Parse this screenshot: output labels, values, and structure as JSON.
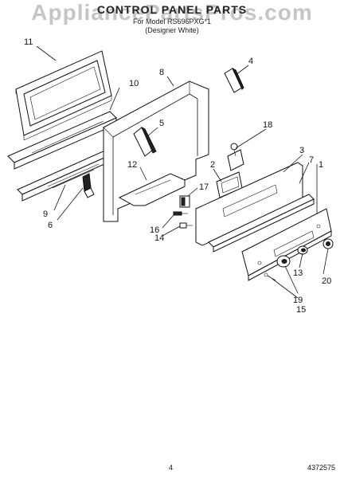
{
  "header": {
    "watermark": "AppliancePartsPros.com",
    "title": "CONTROL PANEL PARTS",
    "model_line": "For Model RS696PXG*1",
    "color_line": "(Designer White)"
  },
  "footer": {
    "page_number": "4",
    "doc_number": "4372575"
  },
  "callouts": [
    {
      "id": "c11",
      "text": "11"
    },
    {
      "id": "c10",
      "text": "10"
    },
    {
      "id": "c8",
      "text": "8"
    },
    {
      "id": "c4",
      "text": "4"
    },
    {
      "id": "c5",
      "text": "5"
    },
    {
      "id": "c18",
      "text": "18"
    },
    {
      "id": "c3",
      "text": "3"
    },
    {
      "id": "c7",
      "text": "7"
    },
    {
      "id": "c1",
      "text": "1"
    },
    {
      "id": "c2",
      "text": "2"
    },
    {
      "id": "c12",
      "text": "12"
    },
    {
      "id": "c17",
      "text": "17"
    },
    {
      "id": "c9",
      "text": "9"
    },
    {
      "id": "c6",
      "text": "6"
    },
    {
      "id": "c16",
      "text": "16"
    },
    {
      "id": "c14",
      "text": "14"
    },
    {
      "id": "c13",
      "text": "13"
    },
    {
      "id": "c20",
      "text": "20"
    },
    {
      "id": "c19",
      "text": "19"
    },
    {
      "id": "c15",
      "text": "15"
    }
  ]
}
